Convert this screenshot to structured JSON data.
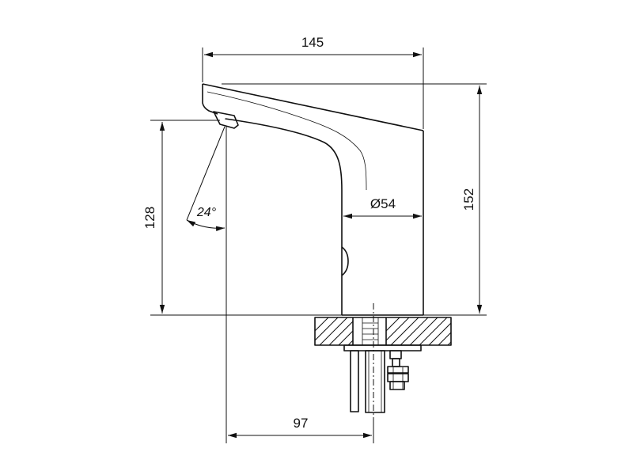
{
  "dimensions": {
    "overall_width": "145",
    "overall_height": "152",
    "spout_height": "128",
    "body_diameter": "Ø54",
    "projection": "97",
    "spray_angle": "24°"
  }
}
